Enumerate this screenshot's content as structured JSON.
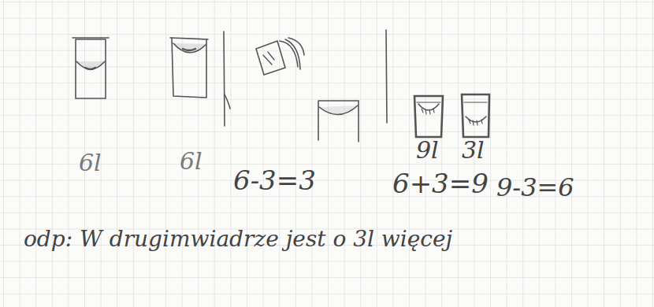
{
  "diagram": {
    "labels": [
      "6l",
      "6l",
      "6-3=3",
      "9l",
      "3l",
      "6+3=9",
      "9-3=6",
      "odp: W drugimwiadrze jest o 3l więcej"
    ]
  }
}
